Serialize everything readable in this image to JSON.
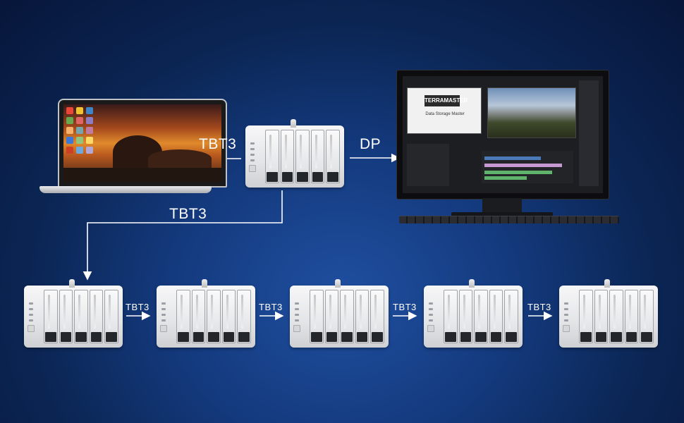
{
  "labels": {
    "laptop_link": "TBT3",
    "monitor_link": "DP",
    "chain_link": "TBT3",
    "daisy_1": "TBT3",
    "daisy_2": "TBT3",
    "daisy_3": "TBT3",
    "daisy_4": "TBT3"
  },
  "monitor": {
    "brand_logo": "TERRAMASTER",
    "tagline": "Data Storage Master"
  },
  "colors": {
    "background": "#0b2553",
    "lines": "#ffffff",
    "text": "#ffffff"
  },
  "icons": [
    "laptop-icon",
    "monitor-icon",
    "keyboard-icon",
    "nas-enclosure-icon"
  ]
}
